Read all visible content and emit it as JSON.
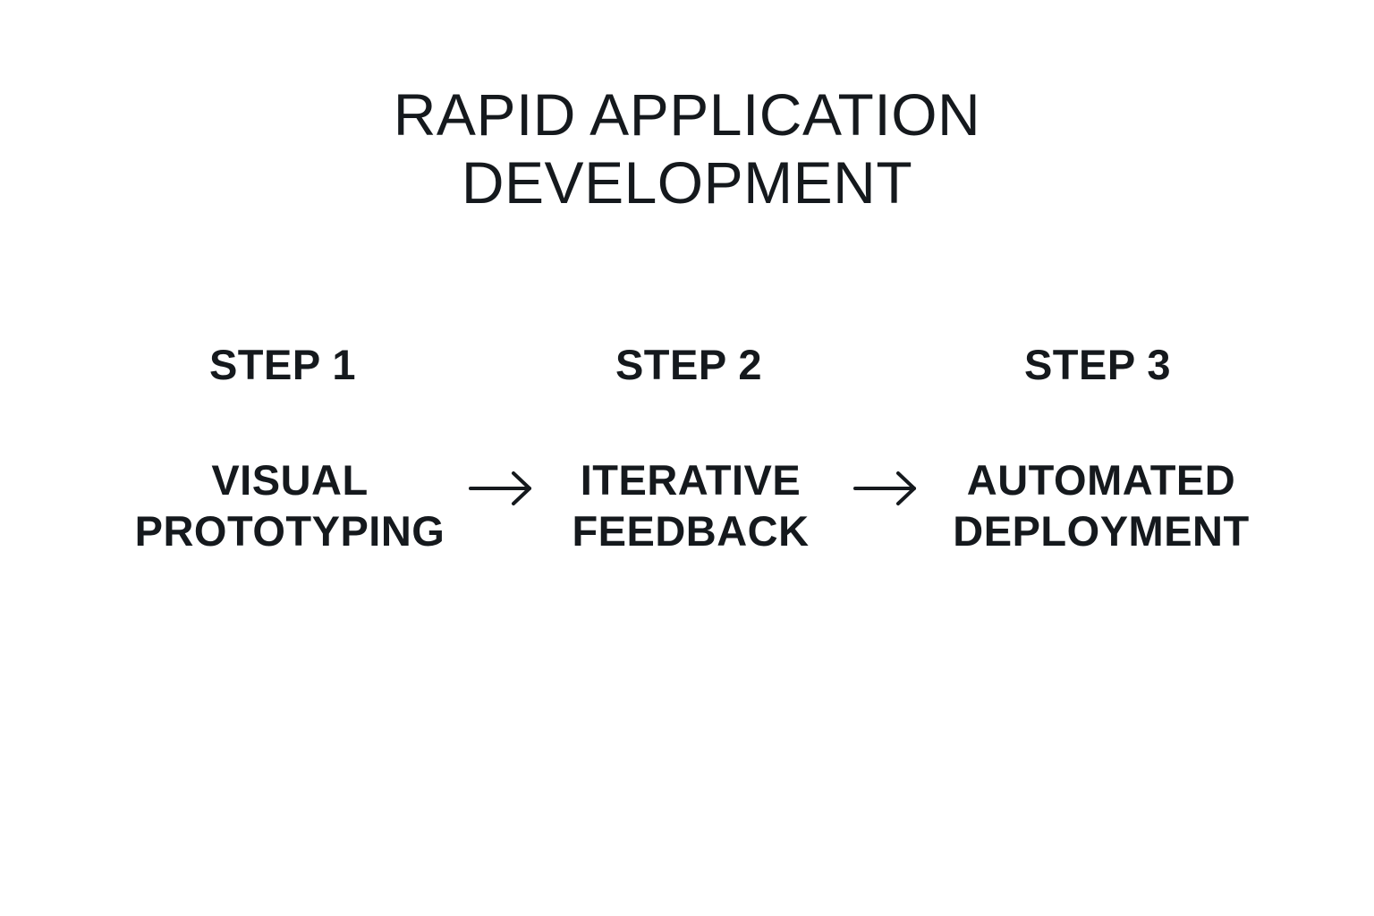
{
  "title": {
    "line1": "RAPID APPLICATION",
    "line2": "DEVELOPMENT"
  },
  "steps": [
    {
      "label": "STEP 1",
      "line1": "VISUAL",
      "line2": "PROTOTYPING"
    },
    {
      "label": "STEP 2",
      "line1": "ITERATIVE",
      "line2": "FEEDBACK"
    },
    {
      "label": "STEP 3",
      "line1": "AUTOMATED",
      "line2": "DEPLOYMENT"
    }
  ],
  "colors": {
    "text": "#15191d",
    "background": "#ffffff"
  },
  "icons": [
    "arrow-right-icon",
    "arrow-right-icon"
  ]
}
